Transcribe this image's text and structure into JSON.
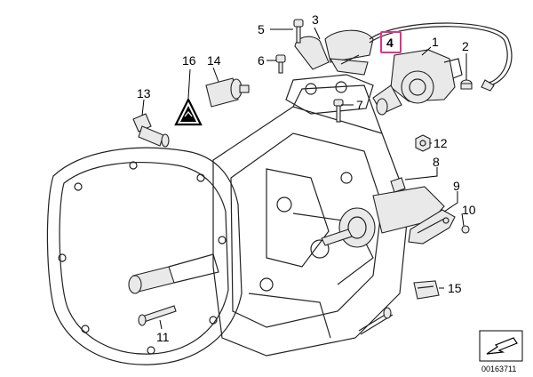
{
  "callouts": {
    "c1": "1",
    "c2": "2",
    "c3": "3",
    "c4": "4",
    "c5": "5",
    "c6": "6",
    "c7": "7",
    "c8": "8",
    "c9": "9",
    "c10": "10",
    "c11": "11",
    "c12": "12",
    "c13": "13",
    "c14": "14",
    "c15": "15",
    "c16": "16"
  },
  "highlight_color": "#e0338a",
  "doc_number": "00163711",
  "warning_label_icon": "electrostatic-warning-icon",
  "nav_arrow_icon": "arrow-icon"
}
